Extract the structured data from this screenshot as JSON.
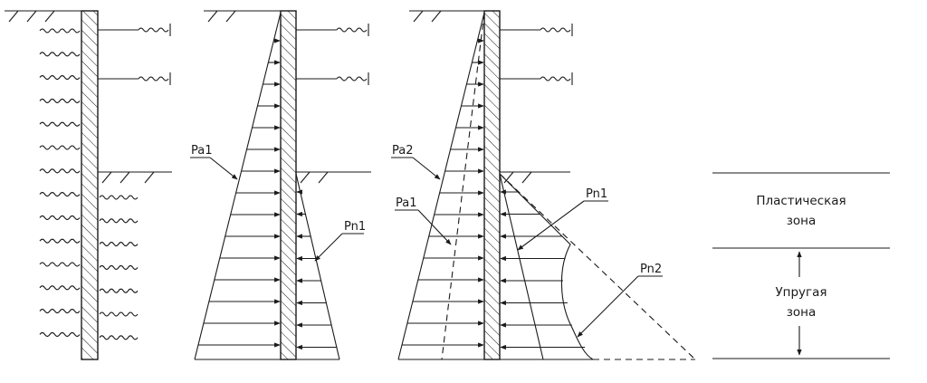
{
  "labels": {
    "pa1_mid": "Pa1",
    "pn1_mid": "Pn1",
    "pa2_right": "Pa2",
    "pa1_right": "Pa1",
    "pn1_right": "Pn1",
    "pn2_right": "Pn2"
  },
  "zones": {
    "plastic_line1": "Пластическая",
    "plastic_line2": "зона",
    "elastic_line1": "Упругая",
    "elastic_line2": "зона"
  }
}
